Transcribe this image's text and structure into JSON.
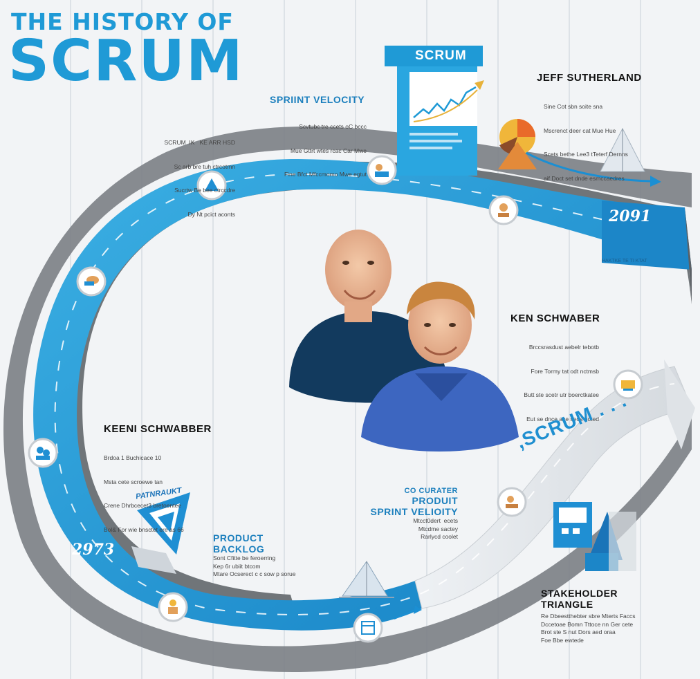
{
  "title": {
    "line1": "THE HISTORY OF",
    "line2": "SCRUM"
  },
  "sections": {
    "top_left_note": {
      "lines": [
        "SCRUM  IK   KE ARR HSD",
        "Sc arb bre tuh ctrcotmn",
        "Sucrtw Be bee ctrccdre",
        "Dy Nt pcict aconts"
      ]
    },
    "sprint_velocity_top": {
      "heading": "SPRIINT VELOCITY",
      "lines": [
        "Scvtubc tre ccets oC bccc",
        "Mue Gttrt wtes rcac Car Mwe",
        "Fine Bfct Mfccmomo Mwe egtut"
      ]
    },
    "monitor": {
      "label": "SCRUM"
    },
    "jeff": {
      "heading": "JEFF SUTHERLAND",
      "lines": [
        "Sine Cot sbn soite sna",
        "Mscrenct deer cat Mue Hue",
        "Scets bethe Lee3 tTeterf Dernns",
        "aif Doct set dnde esmccaedres"
      ]
    },
    "year_top": "2091",
    "year_top_sub": "HAKTKE TE TI KTAT",
    "ken": {
      "heading": "KEN SCHWABER",
      "lines": [
        "Brccsrasdust aebelr tebotb",
        "Fore Tormy tat odt nctmsb",
        "Butt ste scetr utr boerctkatee",
        "Eut se dnce ace seos noted"
      ]
    },
    "scrum_arrow": ",SCRUM . . .",
    "keen": {
      "heading": "KEENI SCHWABBER",
      "lines": [
        "Brdoa 1 Buchicace 10",
        "Msta cete scroewe tan",
        "Crene Dhrbcecet3 bretoentee",
        "Bol& For wie bnsctet ere as 66"
      ]
    },
    "product_mid": {
      "line1": "CO CURATER",
      "line2": "PRODUIT",
      "line3": "SPRINT VELIOITY",
      "lines": [
        "Mtcct0dert  ecets",
        "Mtcdme sactey",
        "Rarlycd coolet"
      ]
    },
    "triangle_label": "PATNRAUKT",
    "year_bottom": "2973",
    "product_backlog": {
      "line1": "PRODUCT",
      "line2": "BACKLOG",
      "lines": [
        "Sont Cfitte be feroerring",
        "Kep 6r ubiit btcom",
        "Mtare Ocserect c c sow p sorue"
      ]
    },
    "stakeholder": {
      "line1": "STAKEHOLDER",
      "line2": "TRIANGLE",
      "lines": [
        "Re Dbeestthebter sbre Mterts Faccs",
        "Dccetoae Bomn Tttoce nn Ger cete",
        "Brot ste S nut Dors aed oraa",
        "Foe Bbe ewtede"
      ]
    },
    "milestones": [
      "team-icon",
      "people-icon",
      "chart-icon",
      "team-icon",
      "people-icon",
      "trophy-icon",
      "calendar-icon",
      "people-icon",
      "book-icon"
    ],
    "colors": {
      "accent": "#1f9ad6",
      "road_dark": "#6f7478",
      "road_light": "#e9ecef"
    }
  }
}
